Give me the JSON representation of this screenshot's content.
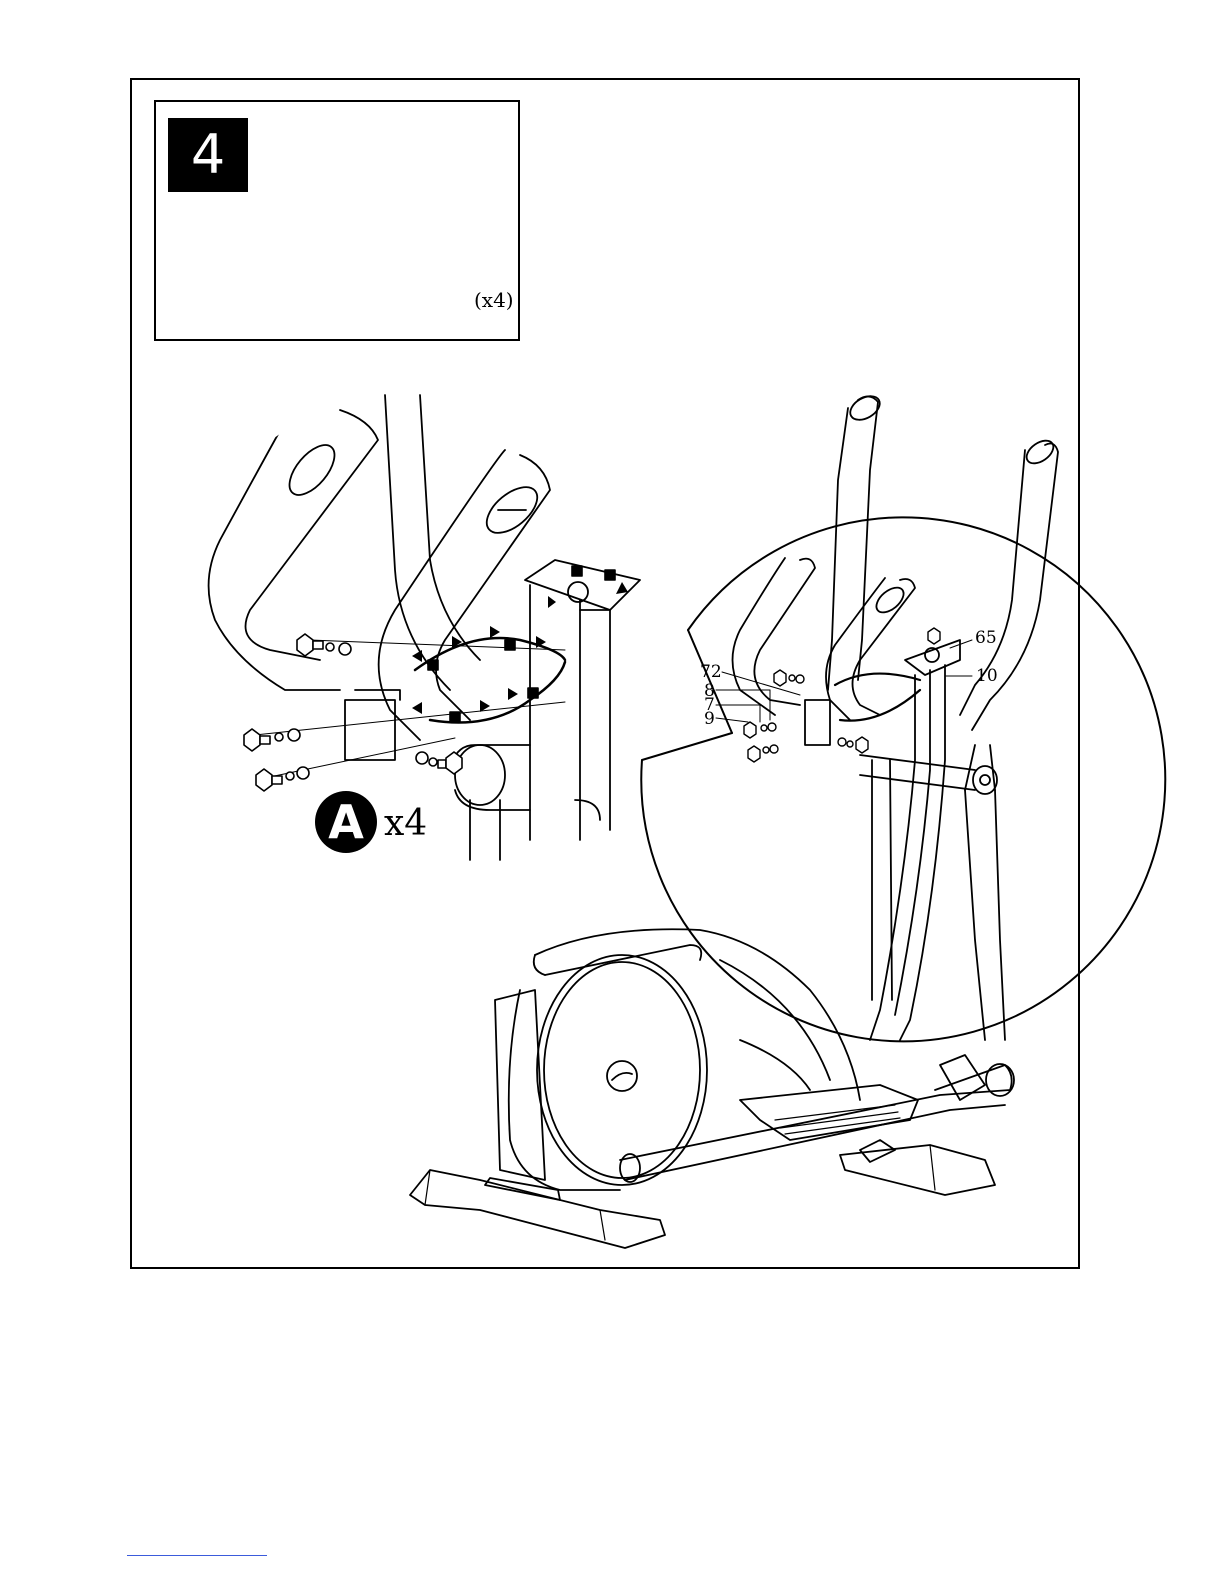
{
  "step": {
    "number": "4"
  },
  "hardware": {
    "pack_letter": "A",
    "quantity": "(x4)",
    "items": [
      "bolt-icon",
      "split-washer-icon",
      "flat-washer-icon"
    ],
    "tool": "wrench-screwdriver-icon"
  },
  "detail": {
    "pack_letter": "A",
    "quantity": "x4"
  },
  "callouts": {
    "p72": "72",
    "p8": "8",
    "p7": "7",
    "p9": "9",
    "p65": "65",
    "p10": "10"
  },
  "colors": {
    "ink": "#000000",
    "paper": "#ffffff",
    "link": "#3b5bdb"
  }
}
